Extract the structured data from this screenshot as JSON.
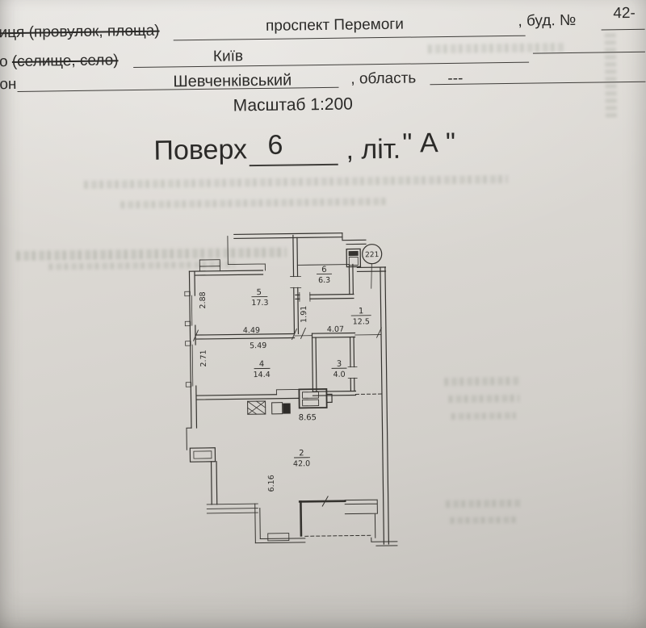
{
  "form": {
    "street_label": "иця (провулок, площа)",
    "street_value": "проспект Перемоги",
    "building_label": ", буд. №",
    "building_value": "42-",
    "city_label_prefix": "о ",
    "city_label_struck": "(селище, село)",
    "city_value": "Київ",
    "district_label": "он",
    "district_value": "Шевченківський",
    "oblast_label": ", область",
    "oblast_value": "---",
    "scale_label": "Масштаб 1:200"
  },
  "title": {
    "floor_label": "Поверх",
    "floor_value": "6",
    "letter_label": ", літ.",
    "letter_value": "\" А \""
  },
  "plan": {
    "unit_number": "221",
    "rooms": [
      {
        "num": "5",
        "area": "17.3"
      },
      {
        "num": "6",
        "area": "6.3"
      },
      {
        "num": "1",
        "area": "12.5"
      },
      {
        "num": "4",
        "area": "14.4"
      },
      {
        "num": "3",
        "area": "4.0"
      },
      {
        "num": "2",
        "area": "42.0"
      }
    ],
    "dimensions": {
      "d288": "2.88",
      "d271": "2.71",
      "d191": "1.91",
      "d449": "4.49",
      "d549": "5.49",
      "d407": "4.07",
      "d865": "8.65",
      "d616": "6.16"
    }
  }
}
